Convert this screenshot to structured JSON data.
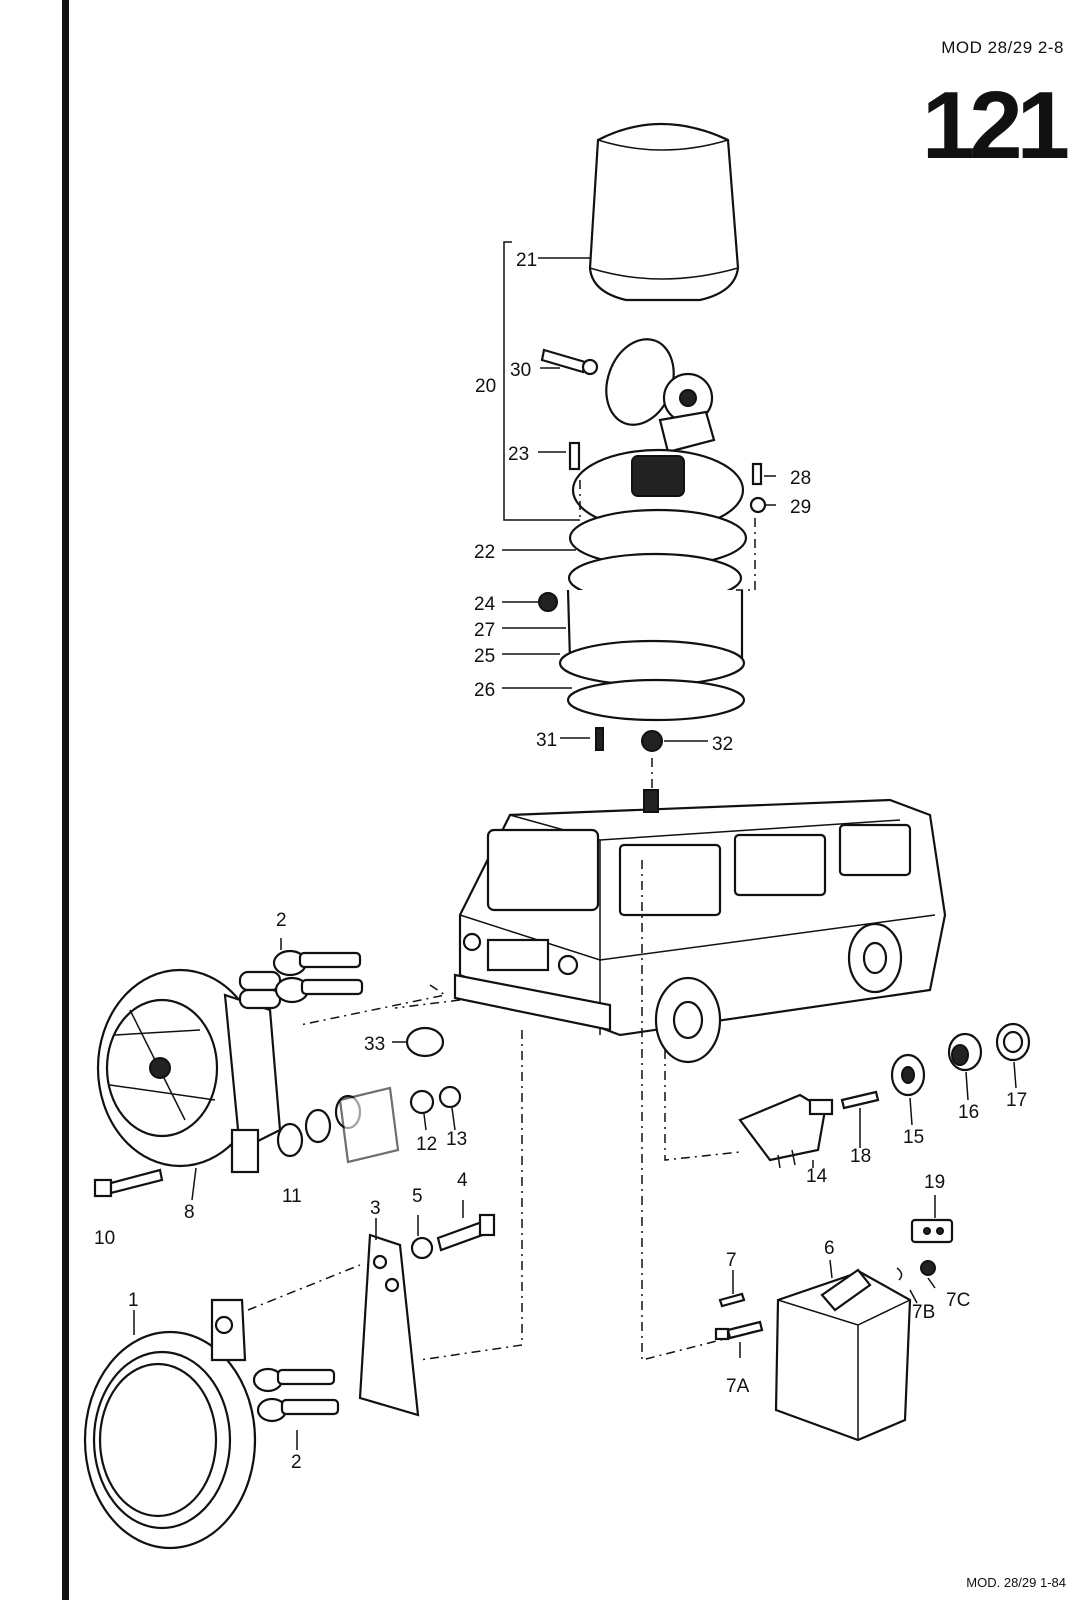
{
  "header": {
    "model_top": "MOD 28/29  2-8",
    "page_number": "121"
  },
  "footer": {
    "model_bottom": "MOD. 28/29  1-84"
  },
  "callouts": {
    "c1": "1",
    "c2a": "2",
    "c2b": "2",
    "c3": "3",
    "c4": "4",
    "c5": "5",
    "c6": "6",
    "c7": "7",
    "c7A": "7A",
    "c7B": "7B",
    "c7C": "7C",
    "c8": "8",
    "c10": "10",
    "c11": "11",
    "c12": "12",
    "c13": "13",
    "c14": "14",
    "c15": "15",
    "c16": "16",
    "c17": "17",
    "c18": "18",
    "c19": "19",
    "c20": "20",
    "c21": "21",
    "c22": "22",
    "c23": "23",
    "c24": "24",
    "c25": "25",
    "c26": "26",
    "c27": "27",
    "c28": "28",
    "c29": "29",
    "c30": "30",
    "c31": "31",
    "c32": "32",
    "c33": "33"
  }
}
